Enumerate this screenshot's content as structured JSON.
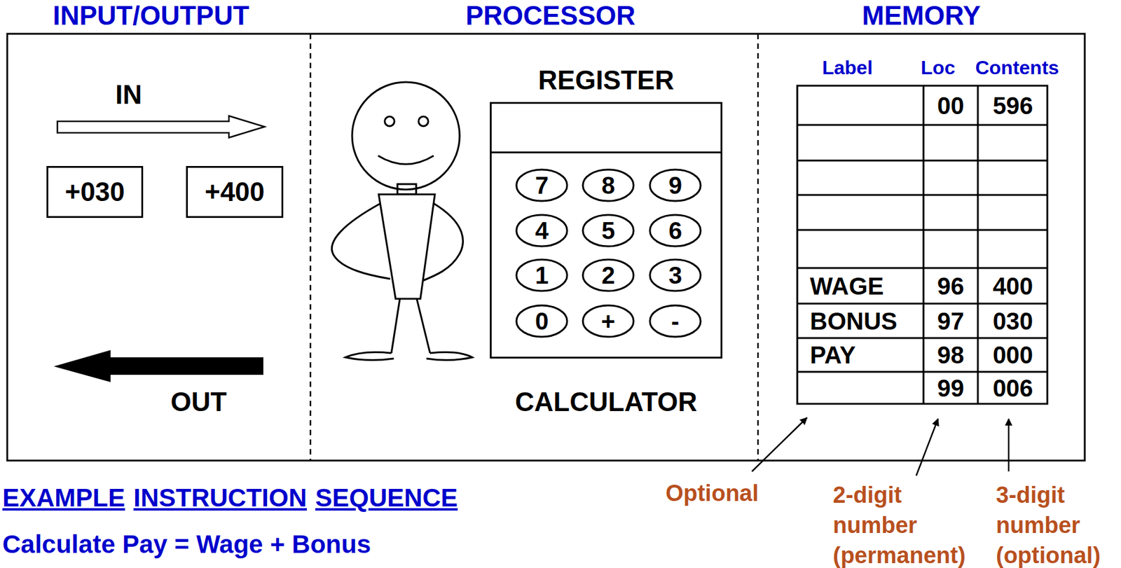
{
  "diagram": {
    "nodes": [
      {
        "text": [
          "INPUT/OUTPUT"
        ]
      },
      {
        "text": [
          "PROCESSOR"
        ]
      },
      {
        "text": [
          "MEMORY"
        ]
      },
      {
        "text": [
          "+030"
        ],
        "in": 0
      },
      {
        "text": [
          "+400"
        ],
        "in": 0
      },
      {
        "text": [
          "REGISTER",
          "CALCULATOR"
        ],
        "in": 1
      },
      {
        "text": [
          "7"
        ],
        "in": 5
      },
      {
        "text": [
          "8"
        ],
        "in": 5
      },
      {
        "text": [
          "9"
        ],
        "in": 5
      },
      {
        "text": [
          "4"
        ],
        "in": 5
      },
      {
        "text": [
          "5"
        ],
        "in": 5
      },
      {
        "text": [
          "6"
        ],
        "in": 5
      },
      {
        "text": [
          "1"
        ],
        "in": 5
      },
      {
        "text": [
          "2"
        ],
        "in": 5
      },
      {
        "text": [
          "3"
        ],
        "in": 5
      },
      {
        "text": [
          "0"
        ],
        "in": 5
      },
      {
        "text": [
          "+"
        ],
        "in": 5
      },
      {
        "text": [
          "-"
        ],
        "in": 5
      }
    ],
    "labels": [
      "IN",
      "OUT",
      "Label",
      "Loc",
      "Contents",
      "00",
      "596",
      "WAGE",
      "96",
      "400",
      "BONUS",
      "97",
      "030",
      "PAY",
      "98",
      "000",
      "99",
      "006",
      "EXAMPLE",
      "INSTRUCTION",
      "SEQUENCE",
      "Calculate Pay = Wage + Bonus",
      "Optional",
      "2-digit number (permanent)",
      "3-digit number (optional)"
    ]
  }
}
